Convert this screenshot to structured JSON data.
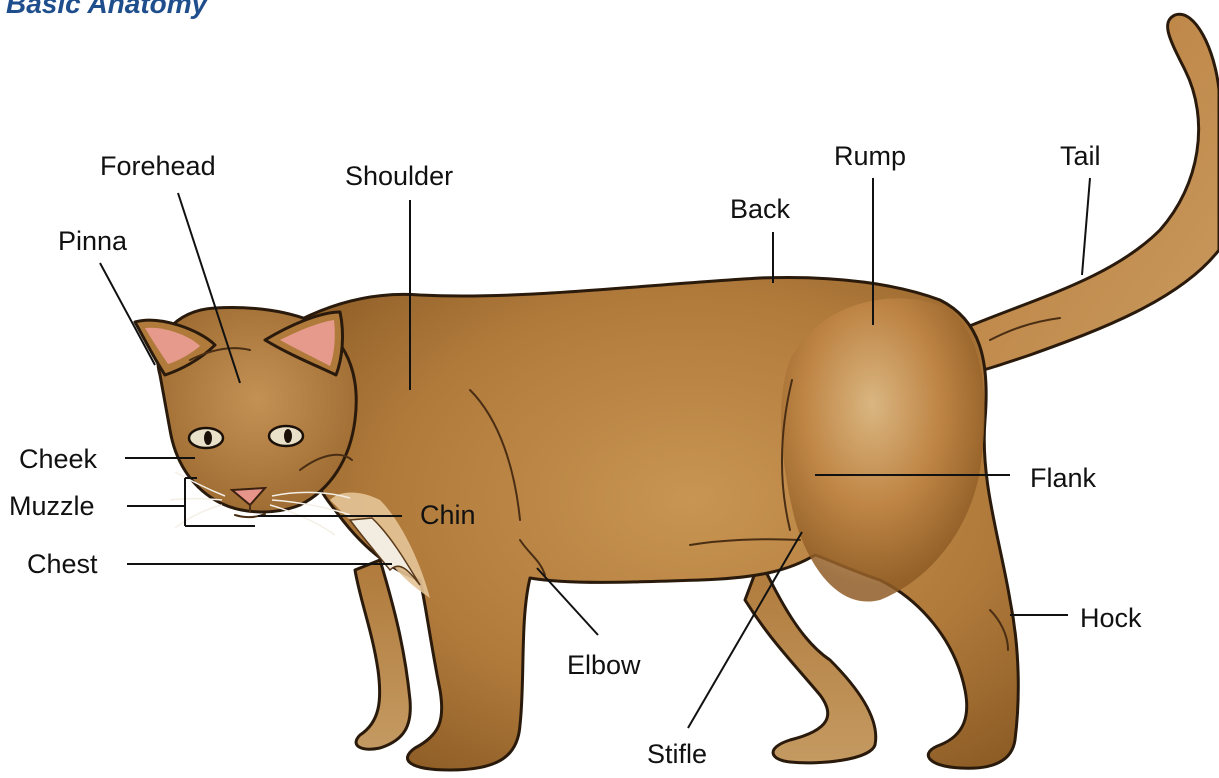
{
  "title": "Basic Anatomy",
  "colors": {
    "fur_base": "#b8813f",
    "fur_shadow": "#8a5a24",
    "fur_light": "#d9b37a",
    "ear_inner": "#e69a8c",
    "nose": "#e7958a",
    "title": "#1f4e8c"
  },
  "labels": {
    "forehead": "Forehead",
    "shoulder": "Shoulder",
    "rump": "Rump",
    "tail": "Tail",
    "back": "Back",
    "pinna": "Pinna",
    "cheek": "Cheek",
    "muzzle": "Muzzle",
    "chin": "Chin",
    "chest": "Chest",
    "flank": "Flank",
    "hock": "Hock",
    "elbow": "Elbow",
    "stifle": "Stifle"
  }
}
